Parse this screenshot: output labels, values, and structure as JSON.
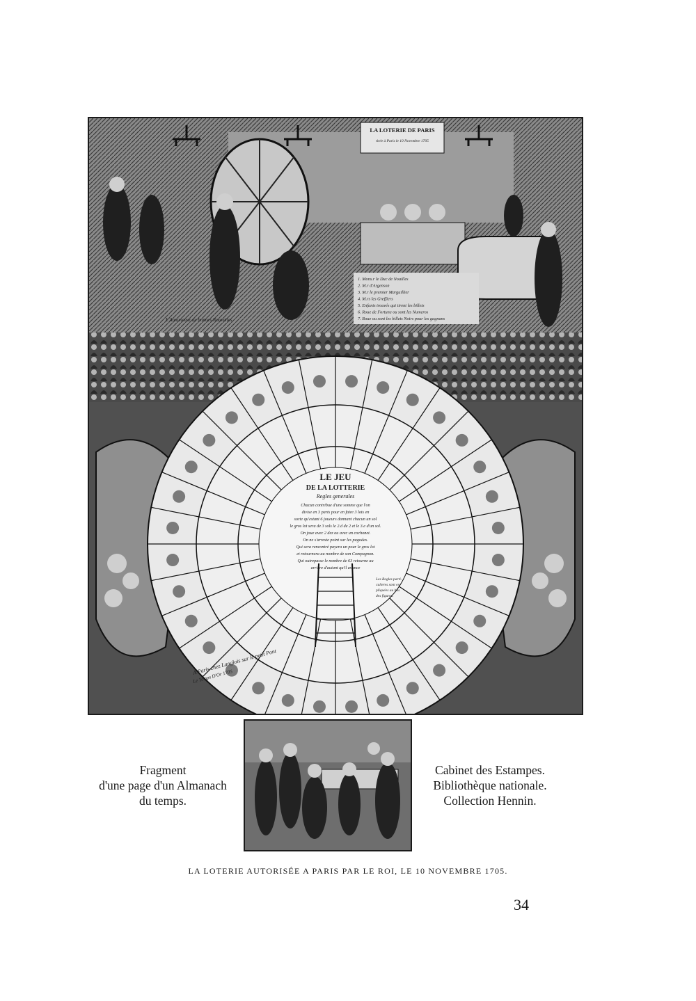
{
  "page_number": "34",
  "plate": {
    "top_banner": "LA LOTERIE DE PARIS",
    "top_banner_sub": "tirée à Paris le 10 Novembre 1705",
    "announcer_caption": "L'Annonceur de bonnes Nouvelles",
    "legend_lines": [
      "1. Mons.r le Duc de Noailles",
      "2. M.r d'Argenson",
      "3. M.r le premier Marguillier",
      "4. M.rs les Greffiers",
      "5. Enfants trouvés qui tirent les billets",
      "6. Roue de Fortune ou sont les Numeros",
      "7. Roue ou sont les billets Noirs pour les gagnans"
    ],
    "wheel_title": "LE JEU",
    "wheel_title2": "DE LA LOTTERIE",
    "wheel_subtitle": "Regles generales",
    "wheel_rules": [
      "Chacun contribue d'une somme que l'on",
      "divise en 3 parts pour en faire 3 lots en",
      "sorte qu'estant 6 joueurs donnant chacun un sol",
      "le gros lot sera de 3 sols le 2.d de 2 et le 3.e d'un sol.",
      "On joue avec 2 dez ou avec un cochonet.",
      "On ne s'arreste point sur les pagodes.",
      "Qui sera rencontré payera un pour le gros lot",
      "et retournera au nombre de son Compagnon.",
      "Qui outrepasse le nombre de 63 retourne au",
      "arrière d'autant qu'il avance"
    ],
    "wheel_side_rules": [
      "Les Regles parti-",
      "culieres sont ex-",
      "pliquées au bas",
      "des figures."
    ],
    "imprint": "A Paris chez Langlois sur le petit Pont",
    "imprint2": "Le Temps D'Or 1705"
  },
  "captions": {
    "left": [
      "Fragment",
      "d'une page d'un Almanach",
      "du temps."
    ],
    "right": [
      "Cabinet des Estampes.",
      "Bibliothèque nationale.",
      "Collection Hennin."
    ],
    "bottom": "LA LOTERIE AUTORISÉE A PARIS PAR LE ROI, LE 10 NOVEMBRE 1705."
  }
}
